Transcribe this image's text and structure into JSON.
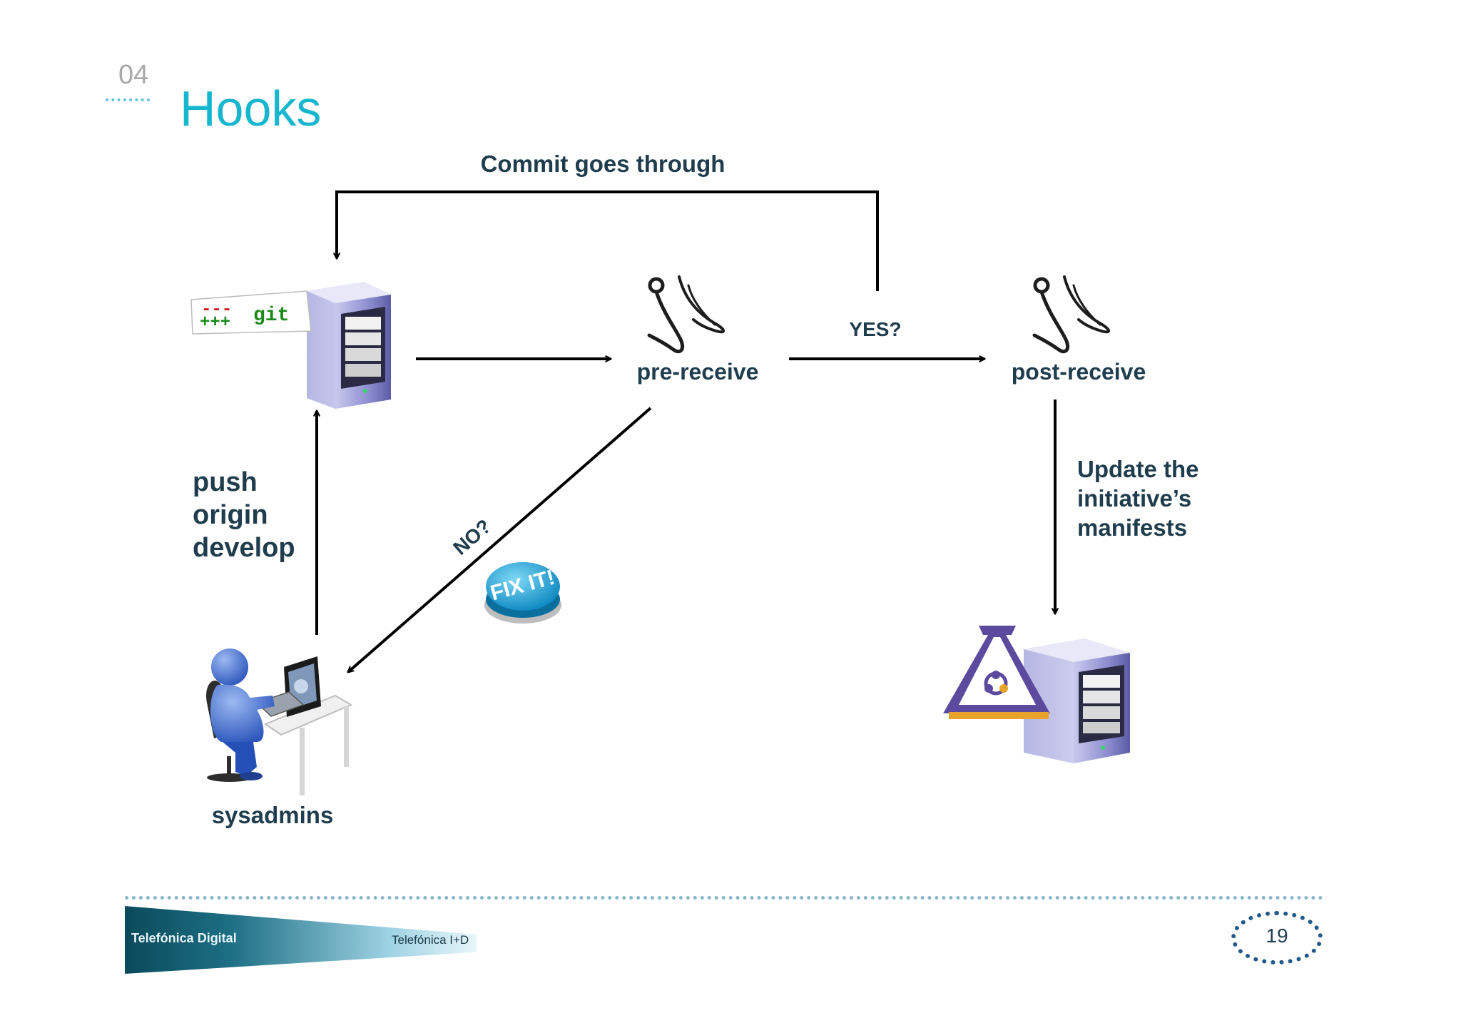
{
  "slide": {
    "section_number": "04",
    "title": "Hooks",
    "page_number": "19"
  },
  "diagram": {
    "top_label": "Commit goes through",
    "yes_label": "YES?",
    "no_label": "NO?",
    "pre_receive": "pre-receive",
    "post_receive": "post-receive",
    "push_lines": [
      "push",
      "origin",
      "develop"
    ],
    "update_lines": [
      "Update the",
      "initiative’s",
      "manifests"
    ],
    "sysadmins": "sysadmins",
    "git_badge_text": "git",
    "git_badge_minus": "---",
    "git_badge_plus": "+++",
    "fix_it": "FIX IT!"
  },
  "footer": {
    "company": "Telefónica Digital",
    "division": "Telefónica I+D"
  },
  "colors": {
    "title": "#17b6cf",
    "label": "#1f3d4d",
    "server_body": "#8f8fcc",
    "fix_button": "#1aa3d6",
    "flask_purple": "#5b4a9e",
    "flask_orange": "#e8a32a"
  }
}
